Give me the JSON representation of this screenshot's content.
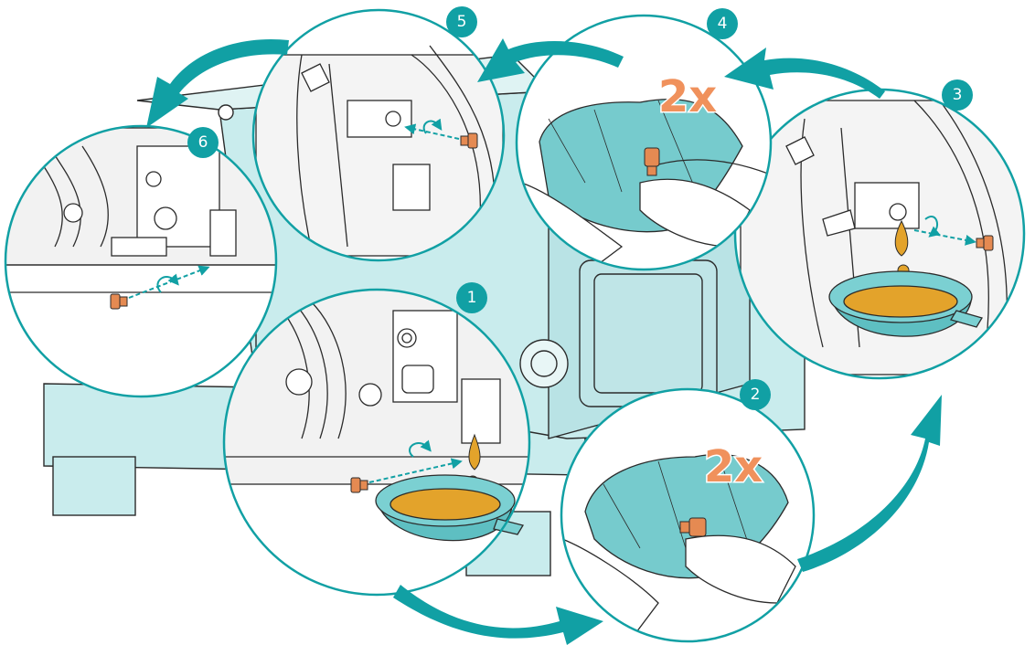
{
  "diagram": {
    "colors": {
      "teal": "#11a0a4",
      "machine_tint": "#c9eced",
      "oil": "#e3a32b",
      "screw": "#e58a52",
      "cloth": "#76cbcd",
      "line": "#2b2b2b"
    },
    "steps": [
      {
        "number": "1",
        "content": "drain plug removed, oil drains into pan"
      },
      {
        "number": "2",
        "content": "plug wiped with cloth",
        "repeat": "2x"
      },
      {
        "number": "3",
        "content": "drain plug removed on rear side, oil drains into pan"
      },
      {
        "number": "4",
        "content": "plug wiped with cloth",
        "repeat": "2x"
      },
      {
        "number": "5",
        "content": "plug reinstalled"
      },
      {
        "number": "6",
        "content": "plug reinstalled"
      }
    ]
  }
}
